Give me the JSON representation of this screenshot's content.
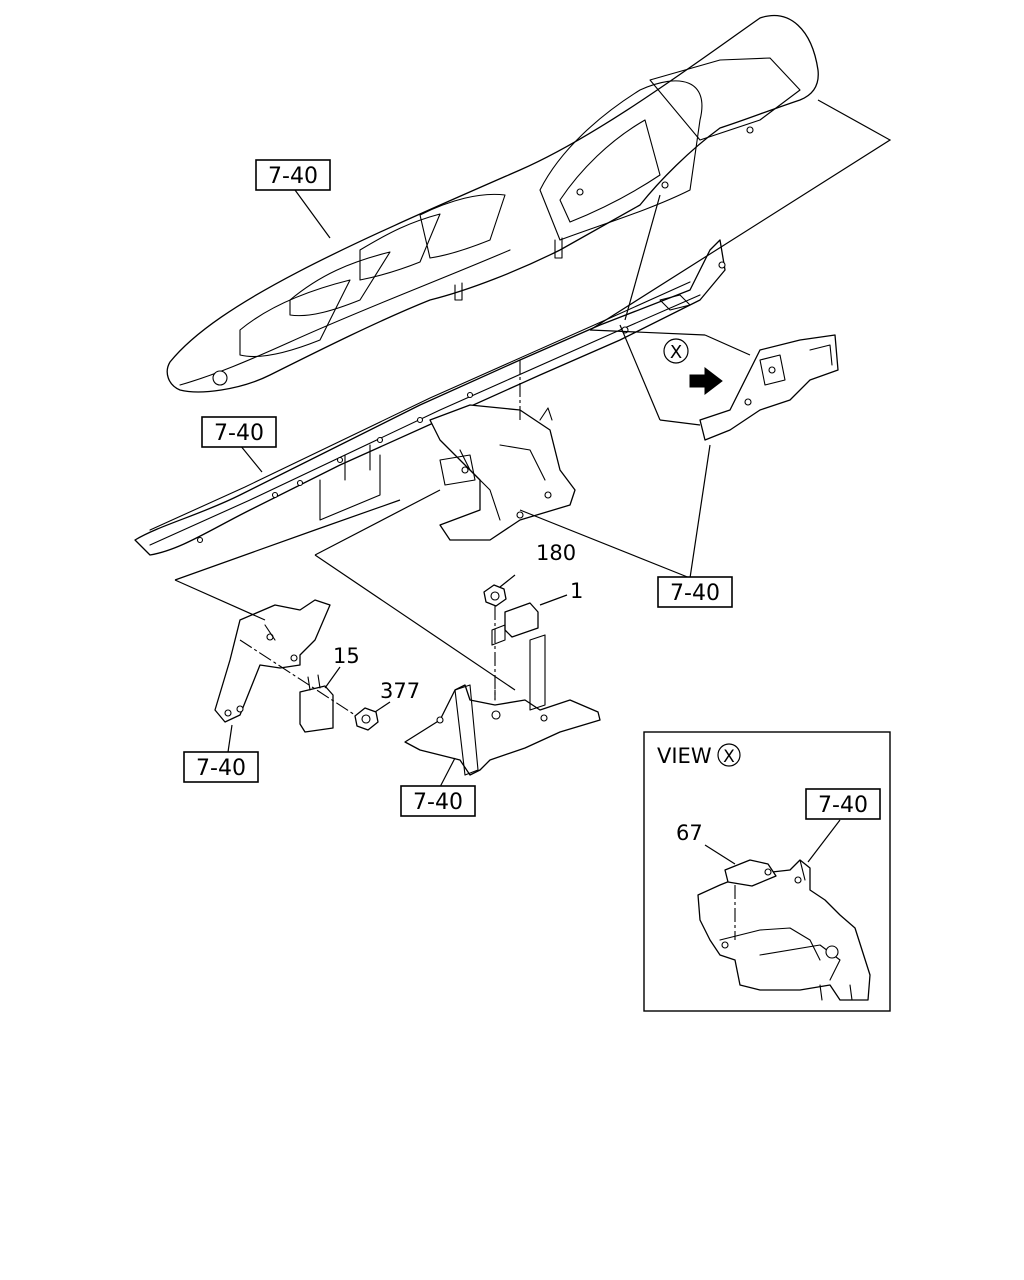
{
  "reference_labels": {
    "top_panel": "7-40",
    "crossbar": "7-40",
    "right_bracket": "7-40",
    "left_bracket": "7-40",
    "center_bracket": "7-40",
    "view_inset": "7-40"
  },
  "part_numbers": {
    "p180": "180",
    "p1": "1",
    "p15": "15",
    "p377": "377",
    "p67": "67"
  },
  "view_marker": {
    "letter": "X"
  },
  "inset": {
    "title_prefix": "VIEW",
    "title_letter": "X"
  }
}
